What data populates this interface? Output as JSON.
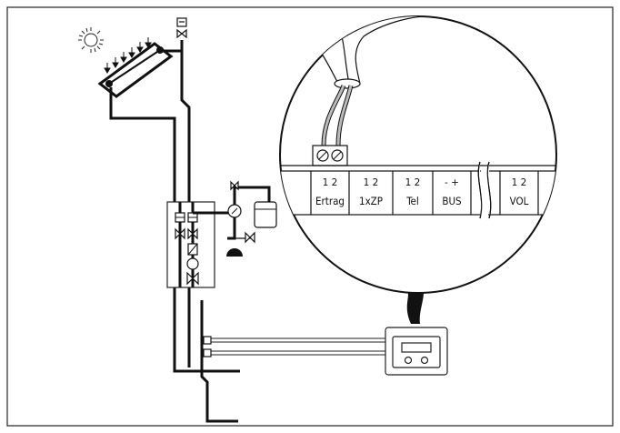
{
  "terminals": [
    {
      "pins": "1  2",
      "name": "Ertrag"
    },
    {
      "pins": "1  2",
      "name": "1xZP"
    },
    {
      "pins": "1  2",
      "name": "Tel"
    },
    {
      "pins": "-   +",
      "name": "BUS"
    },
    {
      "pins": "1  2",
      "name": "VOL"
    }
  ]
}
